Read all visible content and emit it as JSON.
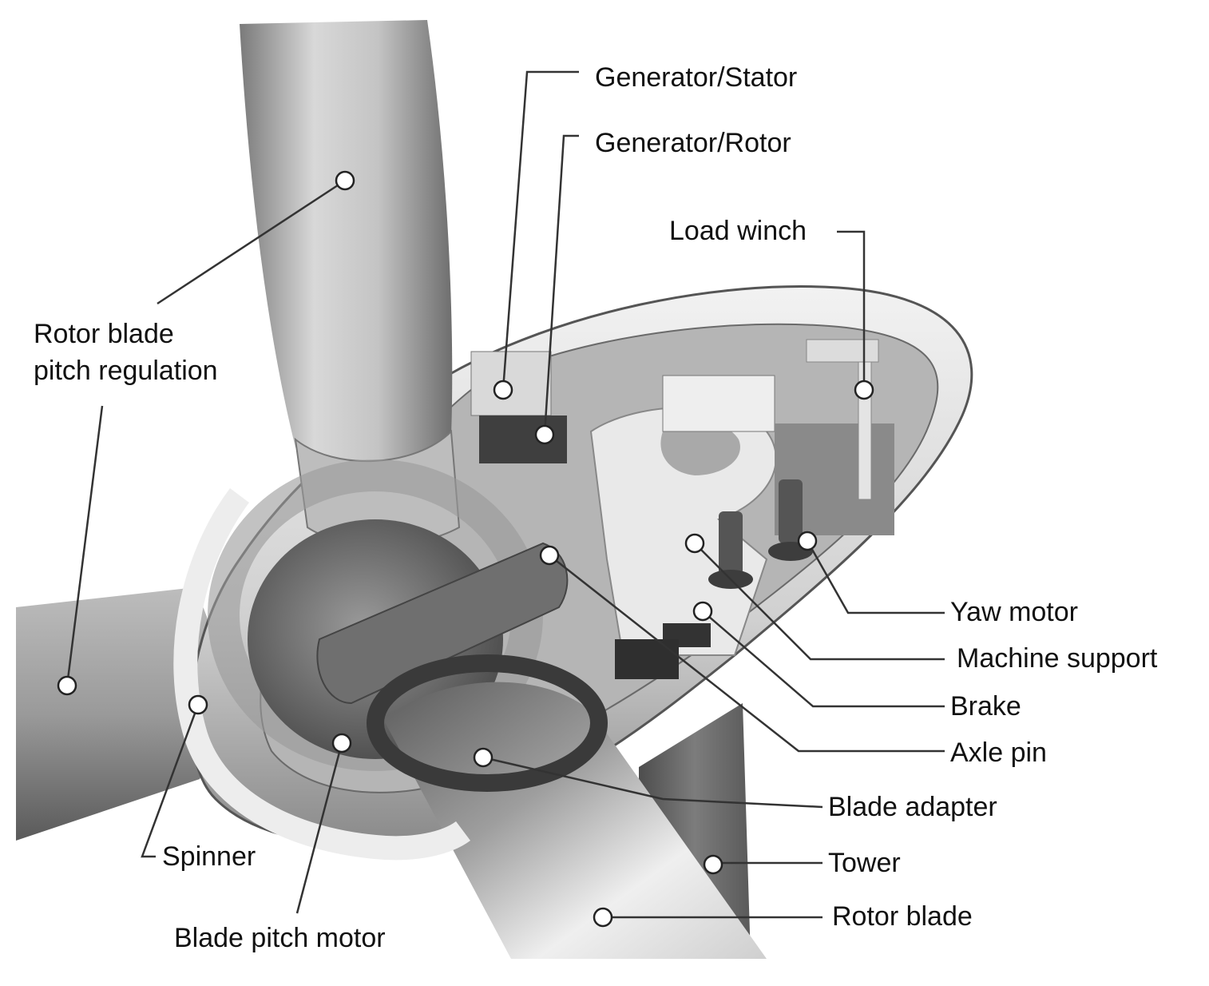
{
  "labels": {
    "generator_stator": "Generator/Stator",
    "generator_rotor": "Generator/Rotor",
    "load_winch": "Load winch",
    "pitch_regulation": "Rotor blade\npitch regulation",
    "yaw_motor": "Yaw motor",
    "machine_support": "Machine support",
    "brake": "Brake",
    "axle_pin": "Axle pin",
    "blade_adapter": "Blade adapter",
    "tower": "Tower",
    "rotor_blade": "Rotor blade",
    "spinner": "Spinner",
    "blade_pitch_motor": "Blade pitch motor"
  },
  "colors": {
    "background": "#ffffff",
    "line": "#333333",
    "text": "#111111"
  }
}
